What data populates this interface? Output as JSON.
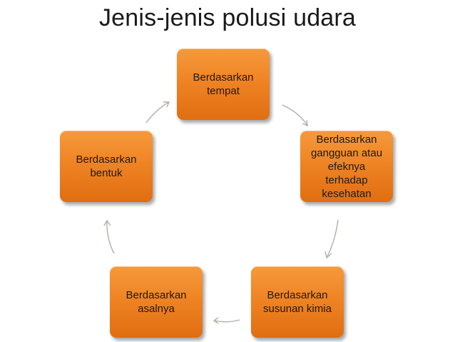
{
  "title": "Jenis-jenis polusi udara",
  "nodes": [
    {
      "label": "Berdasarkan\ntempat"
    },
    {
      "label": "Berdasarkan\ngangguan atau\nefeknya terhadap\nkesehatan"
    },
    {
      "label": "Berdasarkan\nsusunan kimia"
    },
    {
      "label": "Berdasarkan\nasalnya"
    },
    {
      "label": "Berdasarkan\nbentuk"
    }
  ],
  "colors": {
    "node_fill": "#ef8424",
    "arrow": "#b8aca4"
  }
}
